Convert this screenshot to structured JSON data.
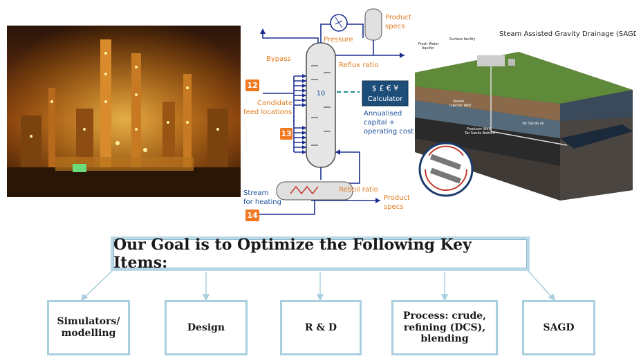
{
  "diagram": {
    "process": {
      "labels": {
        "product_specs_top": "Product\nspecs",
        "pressure": "Pressure",
        "bypass": "Bypass",
        "reflux_ratio": "Reflux ratio",
        "candidate_feed": "Candidate\nfeed locations",
        "column_stage": "10",
        "calculator_symbols": "$ £ € ¥",
        "calculator_label": "Calculator",
        "annualised_cost": "Annualised\ncapital +\noperating cost",
        "reboil_ratio": "Reboil ratio",
        "stream_for_heating": "Stream\nfor heating",
        "product_specs_bottom": "Product\nspecs",
        "box_12": "12",
        "box_13": "13",
        "box_14": "14"
      }
    },
    "sagd": {
      "title": "Steam Assisted Gravity Drainage (SAGD)",
      "labels": {
        "fresh_water": "Fresh Water\nAquifer",
        "surface_facility": "Surface facility",
        "steam_injector": "Steam\nInjector Well",
        "producer_well": "Producer Well",
        "tar_sands_bottom": "Tar Sands Bottom",
        "tar_sands_oil": "Tar Sands oil"
      }
    },
    "goal": "Our Goal is to Optimize the Following Key Items:",
    "items": [
      "Simulators/\nmodelling",
      "Design",
      "R & D",
      "Process: crude,\nrefining (DCS),\nblending",
      "SAGD"
    ]
  },
  "colors": {
    "line_blue": "#1a2f8f",
    "label_orange": "#e07a1f",
    "box_orange": "#f07820",
    "calc_blue": "#1d4e7a",
    "frame": "#a9cfdf"
  }
}
